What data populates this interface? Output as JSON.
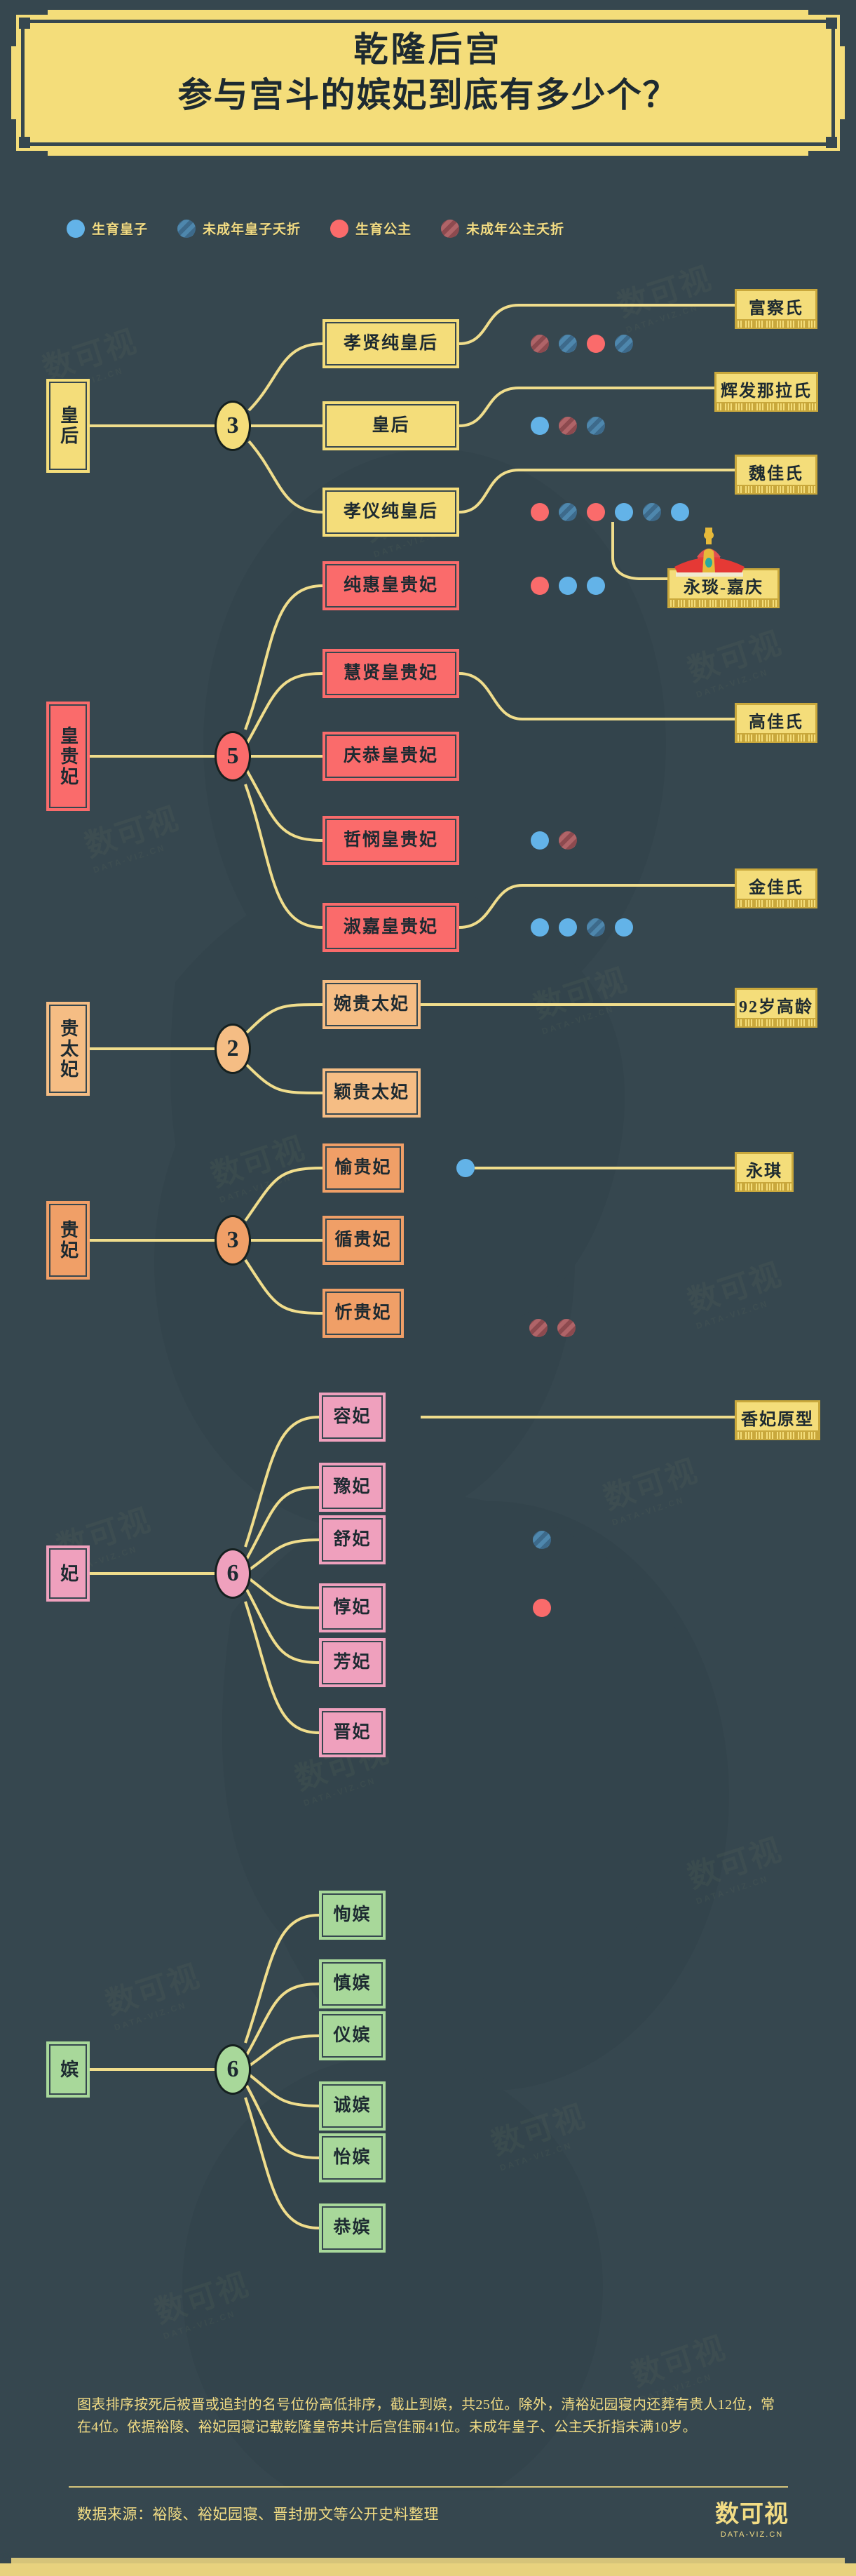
{
  "header": {
    "title_line1": "乾隆后宫",
    "title_line2": "参与宫斗的嫔妃到底有多少个？"
  },
  "legend": [
    {
      "name": "legend-born-prince",
      "swatch": "blue",
      "label": "生育皇子"
    },
    {
      "name": "legend-prince-died",
      "swatch": "blue-s",
      "label": "未成年皇子夭折"
    },
    {
      "name": "legend-born-princess",
      "swatch": "pink",
      "label": "生育公主"
    },
    {
      "name": "legend-princess-died",
      "swatch": "pink-s",
      "label": "未成年公主夭折"
    }
  ],
  "chart_data": {
    "type": "diagram",
    "title": "乾隆后宫参与宫斗的嫔妃到底有多少个？",
    "total_label": "共25位",
    "ranks": [
      {
        "rank": "皇后",
        "count": "3",
        "members": [
          {
            "name": "孝贤纯皇后",
            "children": [
              "pink-s",
              "blue-s",
              "pink",
              "blue-s"
            ],
            "tag": "富察氏"
          },
          {
            "name": "皇后",
            "children": [
              "blue",
              "pink-s",
              "blue-s"
            ],
            "tag": "辉发那拉氏"
          },
          {
            "name": "孝仪纯皇后",
            "children": [
              "pink",
              "blue-s",
              "pink",
              "blue",
              "blue-s",
              "blue"
            ],
            "tag": "魏佳氏",
            "crown_tag": "永琰-嘉庆"
          }
        ]
      },
      {
        "rank": "皇贵妃",
        "count": "5",
        "members": [
          {
            "name": "纯惠皇贵妃",
            "children": [
              "pink",
              "blue",
              "blue"
            ],
            "tag": ""
          },
          {
            "name": "慧贤皇贵妃",
            "children": [],
            "tag": "高佳氏"
          },
          {
            "name": "庆恭皇贵妃",
            "children": [],
            "tag": ""
          },
          {
            "name": "哲悯皇贵妃",
            "children": [
              "blue",
              "pink-s"
            ],
            "tag": ""
          },
          {
            "name": "淑嘉皇贵妃",
            "children": [
              "blue",
              "blue",
              "blue-s",
              "blue"
            ],
            "tag": "金佳氏"
          }
        ]
      },
      {
        "rank": "贵太妃",
        "count": "2",
        "members": [
          {
            "name": "婉贵太妃",
            "children": [],
            "tag": "92岁高龄"
          },
          {
            "name": "颖贵太妃",
            "children": [],
            "tag": ""
          }
        ]
      },
      {
        "rank": "贵妃",
        "count": "3",
        "members": [
          {
            "name": "愉贵妃",
            "children": [
              "blue"
            ],
            "tag": "永琪"
          },
          {
            "name": "循贵妃",
            "children": [],
            "tag": ""
          },
          {
            "name": "忻贵妃",
            "children": [
              "pink-s",
              "pink-s"
            ],
            "tag": ""
          }
        ]
      },
      {
        "rank": "妃",
        "count": "6",
        "members": [
          {
            "name": "容妃",
            "children": [],
            "tag": "香妃原型"
          },
          {
            "name": "豫妃",
            "children": [],
            "tag": ""
          },
          {
            "name": "舒妃",
            "children": [
              "blue-s"
            ],
            "tag": ""
          },
          {
            "name": "惇妃",
            "children": [
              "pink"
            ],
            "tag": ""
          },
          {
            "name": "芳妃",
            "children": [],
            "tag": ""
          },
          {
            "name": "晋妃",
            "children": [],
            "tag": ""
          }
        ]
      },
      {
        "rank": "嫔",
        "count": "6",
        "members": [
          {
            "name": "恂嫔",
            "children": [],
            "tag": ""
          },
          {
            "name": "慎嫔",
            "children": [],
            "tag": ""
          },
          {
            "name": "仪嫔",
            "children": [],
            "tag": ""
          },
          {
            "name": "诚嫔",
            "children": [],
            "tag": ""
          },
          {
            "name": "怡嫔",
            "children": [],
            "tag": ""
          },
          {
            "name": "恭嫔",
            "children": [],
            "tag": ""
          }
        ]
      }
    ]
  },
  "footer": {
    "note": "图表排序按死后被晋或追封的名号位份高低排序，截止到嫔，共25位。除外，清裕妃园寝内还葬有贵人12位，常在4位。依据裕陵、裕妃园寝记载乾隆皇帝共计后宫佳丽41位。未成年皇子、公主夭折指未满10岁。",
    "source": "数据来源：裕陵、裕妃园寝、晋封册文等公开史料整理",
    "brand_mark": "数可视",
    "brand_sub": "DATA-VIZ.CN"
  },
  "colors": {
    "background": "#36474f",
    "gold": "#f2dc84",
    "line": "#f0dd8c",
    "empress": "#f4dd7a",
    "imperial_noble_consort": "#fa6b6b",
    "noble_dowager": "#f5bd84",
    "noble_consort": "#f09f67",
    "consort": "#efa0bd",
    "concubine": "#a8d89a",
    "prince_blue": "#63b3e8",
    "princess_pink": "#fa6b6b"
  }
}
